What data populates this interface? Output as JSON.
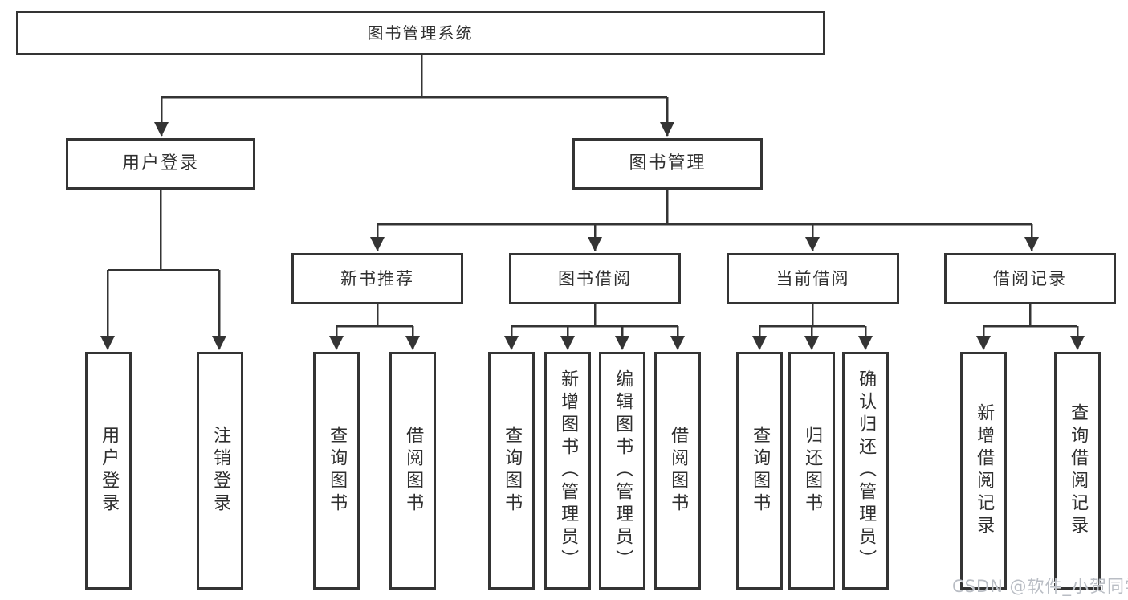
{
  "diagram": {
    "title": "图书管理系统",
    "root": {
      "label": "图书管理系统"
    },
    "level2": [
      {
        "id": "user-login",
        "label": "用户登录"
      },
      {
        "id": "book-management",
        "label": "图书管理"
      }
    ],
    "level3": [
      {
        "id": "new-book-recommendation",
        "label": "新书推荐"
      },
      {
        "id": "book-borrowing",
        "label": "图书借阅"
      },
      {
        "id": "current-borrowing",
        "label": "当前借阅"
      },
      {
        "id": "borrowing-records",
        "label": "借阅记录"
      }
    ],
    "leaves": {
      "user_login": [
        {
          "label": "用户登录"
        },
        {
          "label": "注销登录"
        }
      ],
      "new_book": [
        {
          "label": "查询图书"
        },
        {
          "label": "借阅图书"
        }
      ],
      "borrow": [
        {
          "label": "查询图书"
        },
        {
          "label": "新增图书（管理员）"
        },
        {
          "label": "编辑图书（管理员）"
        },
        {
          "label": "借阅图书"
        }
      ],
      "current": [
        {
          "label": "查询图书"
        },
        {
          "label": "归还图书"
        },
        {
          "label": "确认归还（管理员）"
        }
      ],
      "records": [
        {
          "label": "新增借阅记录"
        },
        {
          "label": "查询借阅记录"
        }
      ]
    }
  },
  "watermark": {
    "text": "CSDN @软件_小贺同学"
  },
  "colors": {
    "line": "#343434",
    "border": "#343434",
    "text": "#2f2f2f",
    "watermark": "#b9bdc4",
    "background": "#ffffff"
  }
}
